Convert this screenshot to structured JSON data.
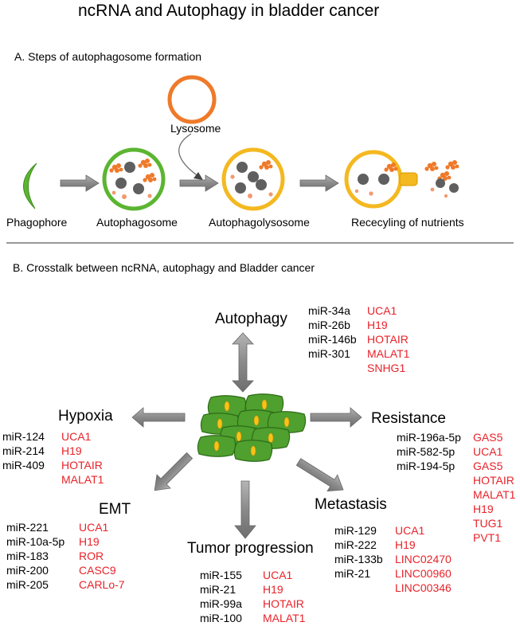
{
  "title": "ncRNA and Autophagy in bladder cancer",
  "section_a": {
    "heading": "A. Steps of autophagosome formation",
    "lysosome": "Lysosome",
    "steps": [
      "Phagophore",
      "Autophagosome",
      "Autophagolysosome",
      "Rececyling of nutrients"
    ]
  },
  "section_b": {
    "heading": "B. Crosstalk between ncRNA, autophagy and Bladder cancer",
    "categories": {
      "autophagy": "Autophagy",
      "hypoxia": "Hypoxia",
      "resistance": "Resistance",
      "emt": "EMT",
      "metastasis": "Metastasis",
      "tumor_progression": "Tumor progression"
    },
    "autophagy": {
      "mirna": [
        "miR-34a",
        "miR-26b",
        "miR-146b",
        "miR-301"
      ],
      "lncrna": [
        "UCA1",
        "H19",
        "HOTAIR",
        "MALAT1",
        "SNHG1"
      ]
    },
    "hypoxia": {
      "mirna": [
        "miR-124",
        "miR-214",
        "miR-409"
      ],
      "lncrna": [
        "UCA1",
        "H19",
        "HOTAIR",
        "MALAT1"
      ]
    },
    "resistance": {
      "mirna": [
        "miR-196a-5p",
        "miR-582-5p",
        "miR-194-5p"
      ],
      "lncrna": [
        "GAS5",
        "UCA1",
        "GAS5",
        "HOTAIR",
        "MALAT1",
        "H19",
        "TUG1",
        "PVT1"
      ]
    },
    "emt": {
      "mirna": [
        "miR-221",
        "miR-10a-5p",
        "miR-183",
        "miR-200",
        "miR-205"
      ],
      "lncrna": [
        "UCA1",
        "H19",
        "ROR",
        "CASC9",
        "CARLo-7"
      ]
    },
    "metastasis": {
      "mirna": [
        "miR-129",
        "miR-222",
        "miR-133b",
        "miR-21"
      ],
      "lncrna": [
        "UCA1",
        "H19",
        "LINC02470",
        "LINC00960",
        "LINC00346"
      ]
    },
    "tumor_progression": {
      "mirna": [
        "miR-155",
        "miR-21",
        "miR-99a",
        "miR-100"
      ],
      "lncrna": [
        "UCA1",
        "H19",
        "HOTAIR",
        "MALAT1"
      ]
    }
  },
  "colors": {
    "phagophore_green": "#5cb531",
    "lysosome_orange": "#ee7a2a",
    "autolysosome_yellow": "#f4b820",
    "cargo_gray": "#5f5f5f",
    "cell_green": "#4fa02e",
    "nucleus_yellow": "#f7c21a",
    "arrow_gray": "#8c8c8c",
    "lncrna_red": "#e8232a"
  }
}
